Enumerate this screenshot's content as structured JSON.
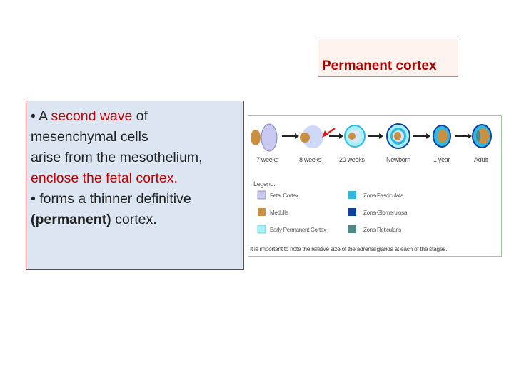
{
  "title": "Permanent cortex",
  "bullet_text": {
    "line1": {
      "bullet": "• A ",
      "highlight": "second wave",
      "rest": " of"
    },
    "line2": "mesenchymal cells",
    "line3": "arise from the mesothelium,",
    "line4": "enclose the fetal cortex.",
    "line5": "• forms a thinner definitive",
    "line6": {
      "bold": "(permanent)",
      "rest": " cortex."
    }
  },
  "figure": {
    "stages": [
      "7 weeks",
      "8 weeks",
      "20 weeks",
      "Newborn",
      "1 year",
      "Adult"
    ],
    "legend_title": "Legend:",
    "legend_items": [
      {
        "label": "Fetal Cortex",
        "color": "#c8c8f0"
      },
      {
        "label": "Medulla",
        "color": "#c89040"
      },
      {
        "label": "Early Permanent Cortex",
        "color": "#a8f0f8"
      },
      {
        "label": "Zona Fasciculata",
        "color": "#30b8e0"
      },
      {
        "label": "Zona Glomerulosa",
        "color": "#1040a0"
      },
      {
        "label": "Zona Reticularis",
        "color": "#508888"
      }
    ],
    "caption": "It is important to note the relative size of the adrenal glands at each of the stages."
  },
  "colors": {
    "accent_red": "#c00000",
    "text_box_bg": "#dce6f2",
    "title_box_bg": "#fcf3ef"
  }
}
